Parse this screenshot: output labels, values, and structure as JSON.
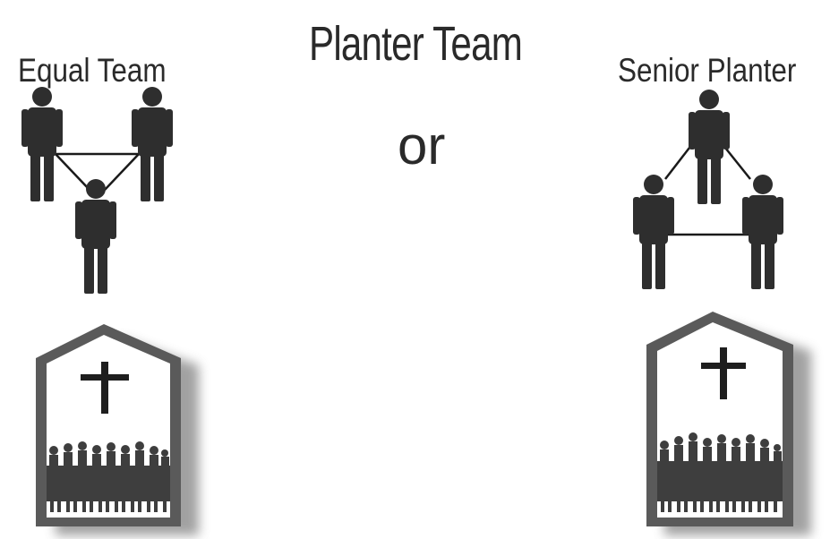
{
  "title": "Planter Team",
  "connector": "or",
  "left": {
    "label": "Equal Team"
  },
  "right": {
    "label": "Senior Planter"
  },
  "colors": {
    "figure": "#2e2e2e",
    "line": "#1a1a1a",
    "shadow": "#9a9a9a",
    "church_wall": "#5a5a5a"
  }
}
